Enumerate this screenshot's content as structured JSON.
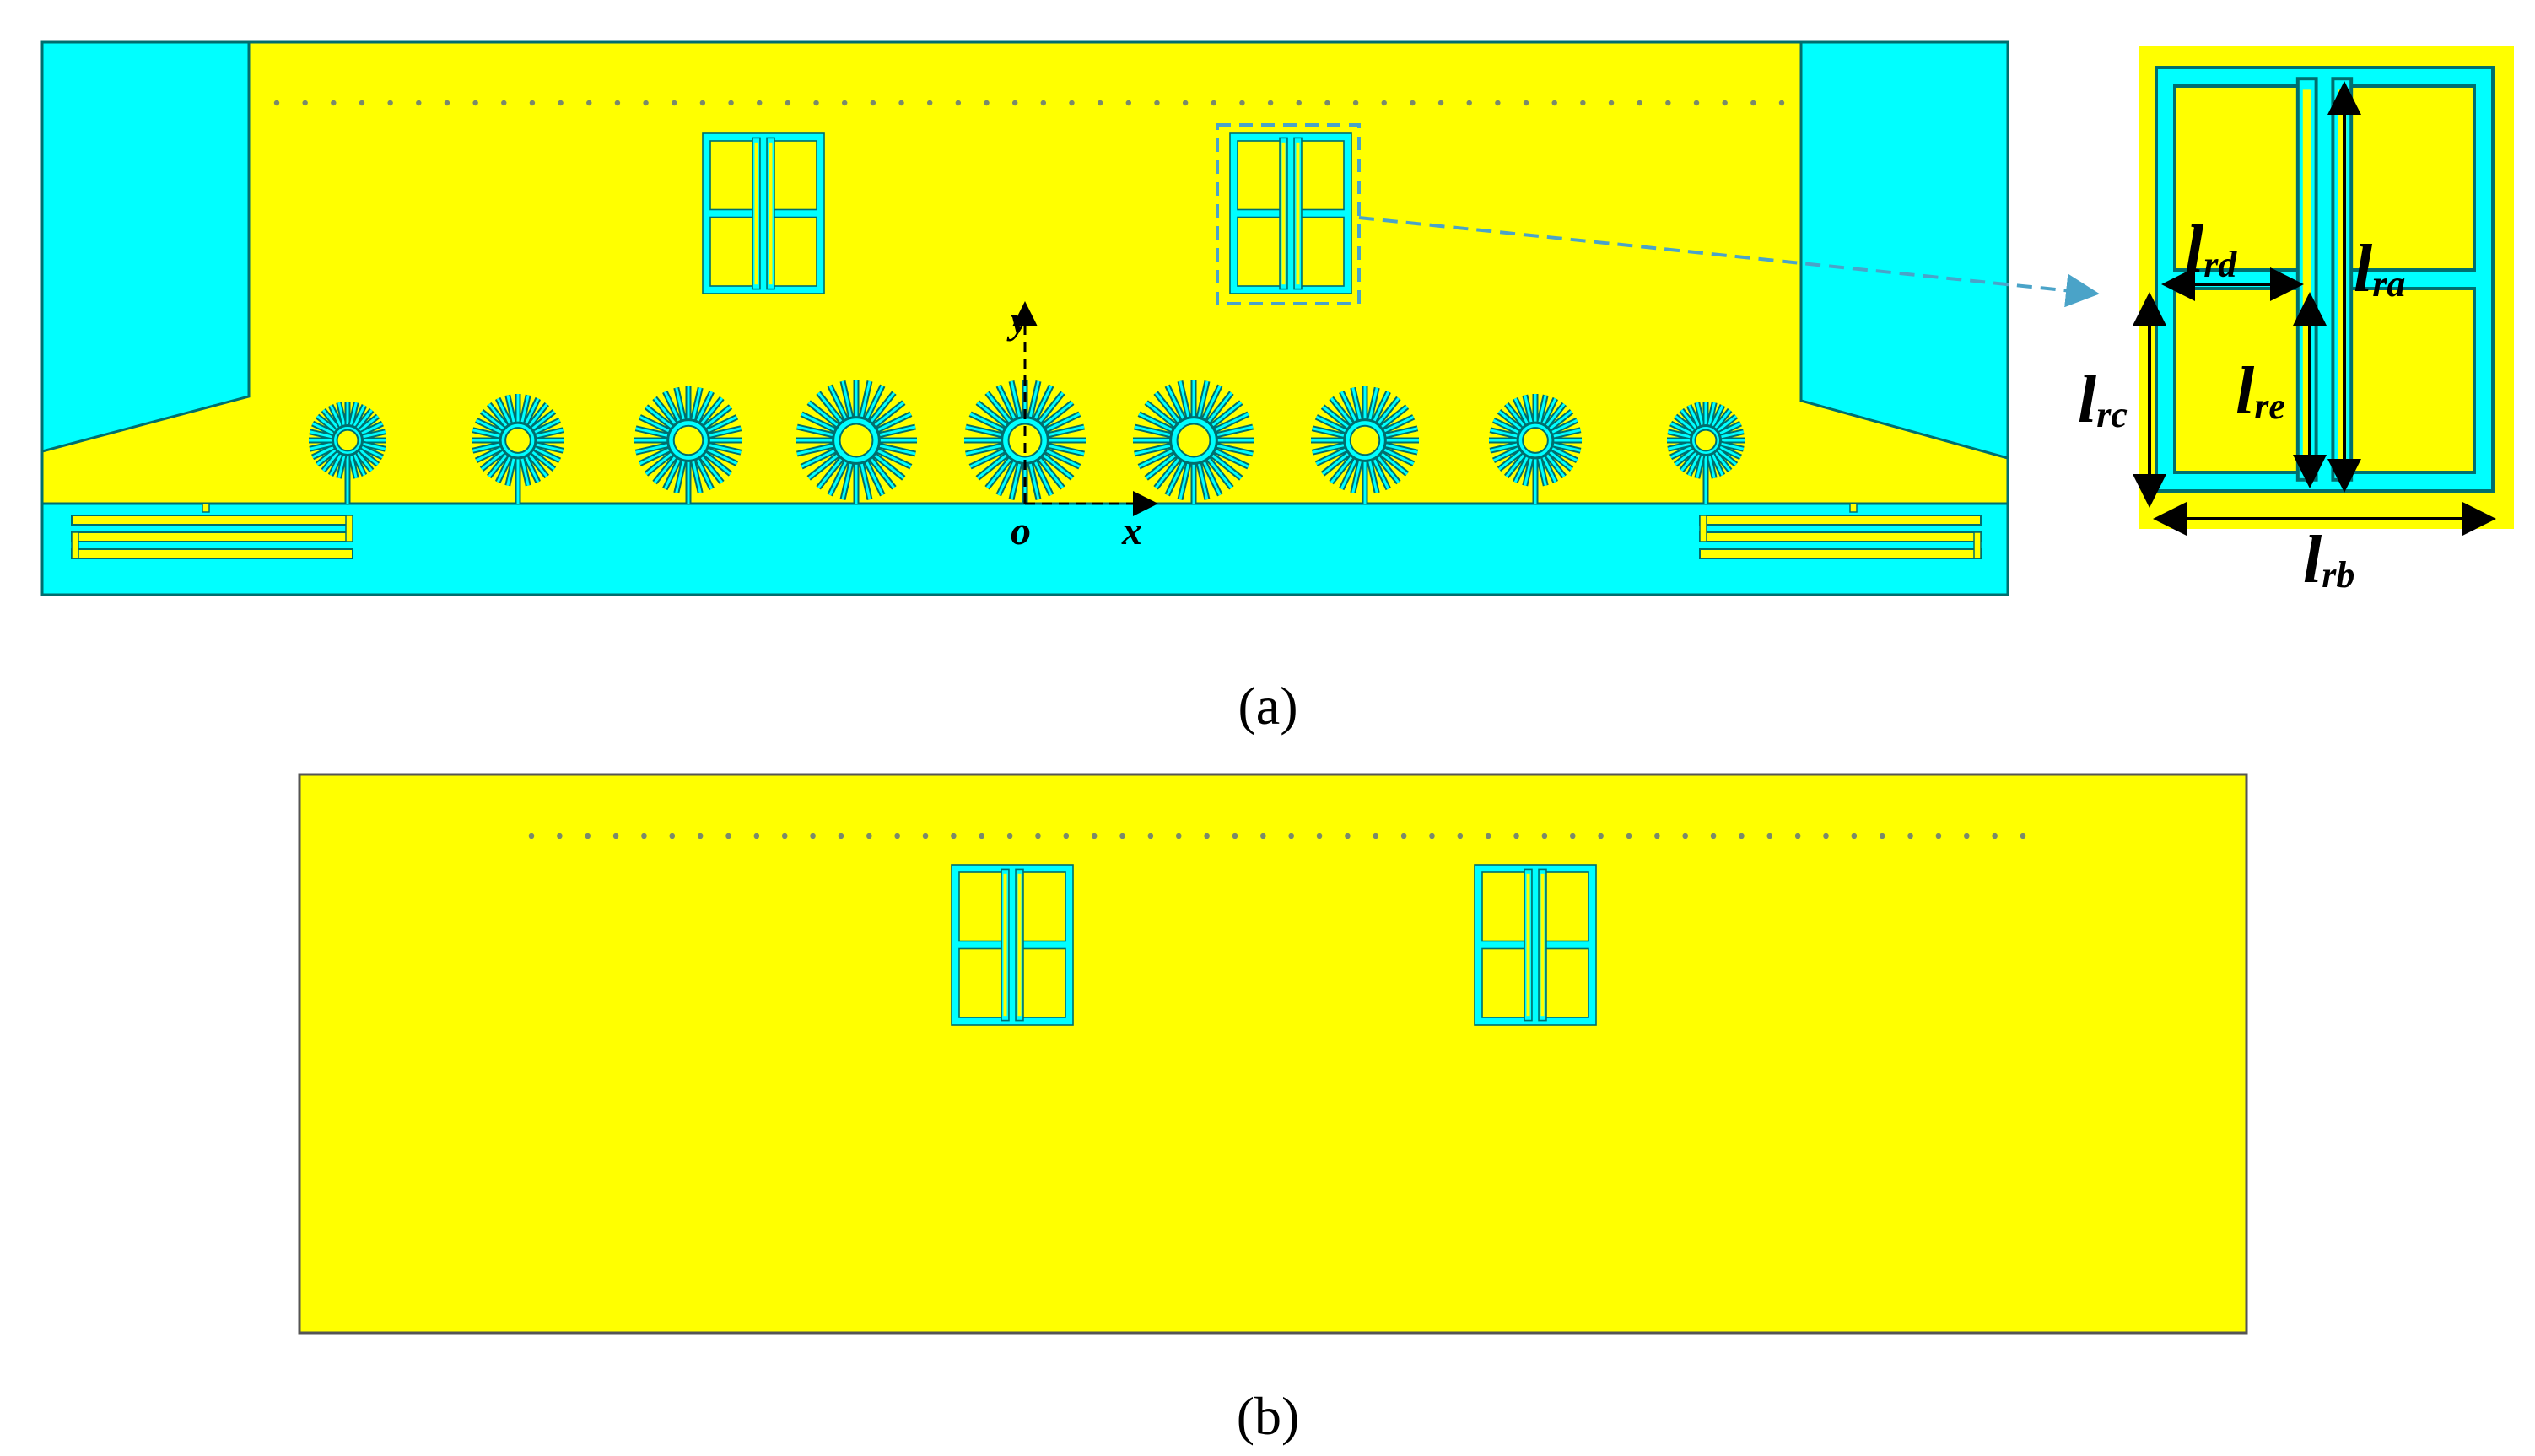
{
  "figure": {
    "caption_a": "(a)",
    "caption_b": "(b)",
    "colors": {
      "metal": "#ffff00",
      "substrate": "#00ffff",
      "edge": "#006e6e",
      "arrow": "#4aa3c8",
      "label": "#000000"
    }
  },
  "axes": {
    "origin": "o",
    "x": "x",
    "y": "y"
  },
  "dimensions": {
    "main": "l",
    "ra": "ra",
    "rb": "rb",
    "rc": "rc",
    "rd": "rd",
    "re": "re"
  },
  "structure": {
    "front_dipoles": 9,
    "front_resonators": 2,
    "back_resonators": 2,
    "via_count_front": 54,
    "via_count_back": 54,
    "meander_lines_per_side": 3
  }
}
